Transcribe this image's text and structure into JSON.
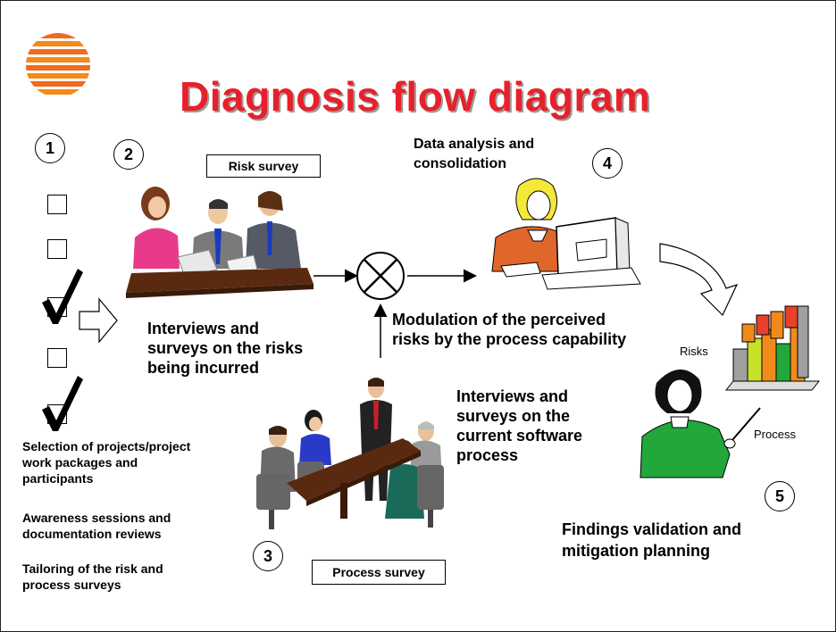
{
  "title": "Diagnosis flow diagram",
  "steps": {
    "step1": "1",
    "step2": "2",
    "step3": "3",
    "step4": "4",
    "step5": "5"
  },
  "boxes": {
    "risk_survey": "Risk survey",
    "process_survey": "Process survey"
  },
  "text": {
    "interviews_risks_1": "Interviews and",
    "interviews_risks_2": "surveys on the risks",
    "interviews_risks_3": "being incurred",
    "data_analysis_1": "Data analysis and",
    "data_analysis_2": "consolidation",
    "modulation_1": "Modulation of the perceived",
    "modulation_2": "risks by the process capability",
    "interviews_process_1": "Interviews and",
    "interviews_process_2": "surveys on the",
    "interviews_process_3": "current software",
    "interviews_process_4": "process",
    "findings_1": "Findings validation and",
    "findings_2": "mitigation planning",
    "selection_1": "Selection of projects/project",
    "selection_2": "work packages and",
    "selection_3": "participants",
    "awareness_1": "Awareness sessions and",
    "awareness_2": "documentation reviews",
    "tailoring_1": "Tailoring of the risk and",
    "tailoring_2": "process surveys"
  },
  "chart_labels": {
    "risks": "Risks",
    "process": "Process"
  },
  "checklist": [
    false,
    false,
    true,
    false,
    true
  ],
  "colors": {
    "title": "#e8202a",
    "logo": "#f26a1b",
    "bar_orange": "#f28a1a",
    "bar_green": "#22a83a",
    "bar_gray": "#a0a0a0",
    "bar_yellow": "#c8e02a",
    "bar_red": "#e8402a"
  }
}
